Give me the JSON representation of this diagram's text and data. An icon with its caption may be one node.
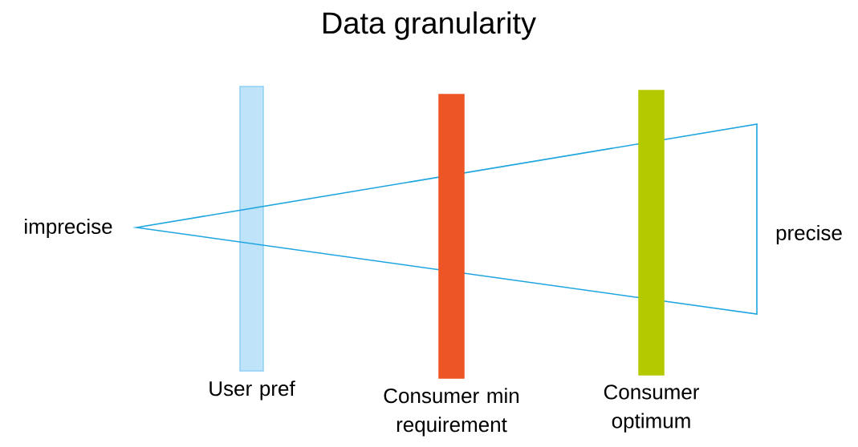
{
  "diagram": {
    "title": "Data granularity",
    "nodes": [
      {
        "text": [
          "User pref"
        ]
      },
      {
        "text": [
          "Consumer min requirement"
        ]
      },
      {
        "text": [
          "Consumer optimum"
        ]
      }
    ],
    "labels": [
      "imprecise",
      "precise"
    ]
  }
}
